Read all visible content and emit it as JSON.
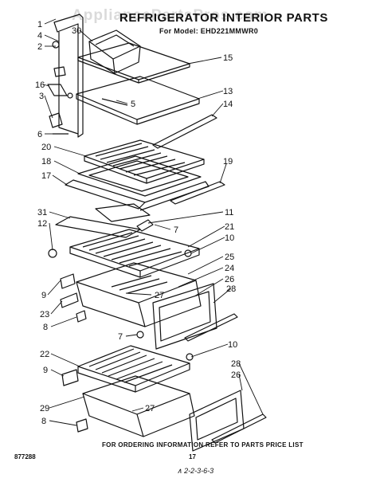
{
  "header": {
    "title": "REFRIGERATOR INTERIOR PARTS",
    "model": "For Model: EHD221MMWR0",
    "watermark": "AppliancePartsPros.com"
  },
  "footer": {
    "note": "FOR ORDERING INFORMATION REFER TO PARTS PRICE LIST",
    "doc_number": "877288",
    "page_number": "17",
    "handwriting": "∧ 2-2-3-6-3"
  },
  "callouts": [
    {
      "id": "c1",
      "text": "1"
    },
    {
      "id": "c4",
      "text": "4"
    },
    {
      "id": "c30",
      "text": "30"
    },
    {
      "id": "c2",
      "text": "2"
    },
    {
      "id": "c15",
      "text": "15"
    },
    {
      "id": "c16",
      "text": "16"
    },
    {
      "id": "c3",
      "text": "3"
    },
    {
      "id": "c5",
      "text": "5"
    },
    {
      "id": "c13",
      "text": "13"
    },
    {
      "id": "c14",
      "text": "14"
    },
    {
      "id": "c6",
      "text": "6"
    },
    {
      "id": "c20",
      "text": "20"
    },
    {
      "id": "c18",
      "text": "18"
    },
    {
      "id": "c19",
      "text": "19"
    },
    {
      "id": "c17",
      "text": "17"
    },
    {
      "id": "c31",
      "text": "31"
    },
    {
      "id": "c12",
      "text": "12"
    },
    {
      "id": "c11",
      "text": "11"
    },
    {
      "id": "c7a",
      "text": "7"
    },
    {
      "id": "c21",
      "text": "21"
    },
    {
      "id": "c10a",
      "text": "10"
    },
    {
      "id": "c25",
      "text": "25"
    },
    {
      "id": "c24",
      "text": "24"
    },
    {
      "id": "c26a",
      "text": "26"
    },
    {
      "id": "c28a",
      "text": "28"
    },
    {
      "id": "c9a",
      "text": "9"
    },
    {
      "id": "c27a",
      "text": "27"
    },
    {
      "id": "c23",
      "text": "23"
    },
    {
      "id": "c8a",
      "text": "8"
    },
    {
      "id": "c7b",
      "text": "7"
    },
    {
      "id": "c10b",
      "text": "10"
    },
    {
      "id": "c22",
      "text": "22"
    },
    {
      "id": "c9b",
      "text": "9"
    },
    {
      "id": "c28b",
      "text": "28"
    },
    {
      "id": "c26b",
      "text": "26"
    },
    {
      "id": "c29",
      "text": "29"
    },
    {
      "id": "c27b",
      "text": "27"
    },
    {
      "id": "c8b",
      "text": "8"
    }
  ]
}
